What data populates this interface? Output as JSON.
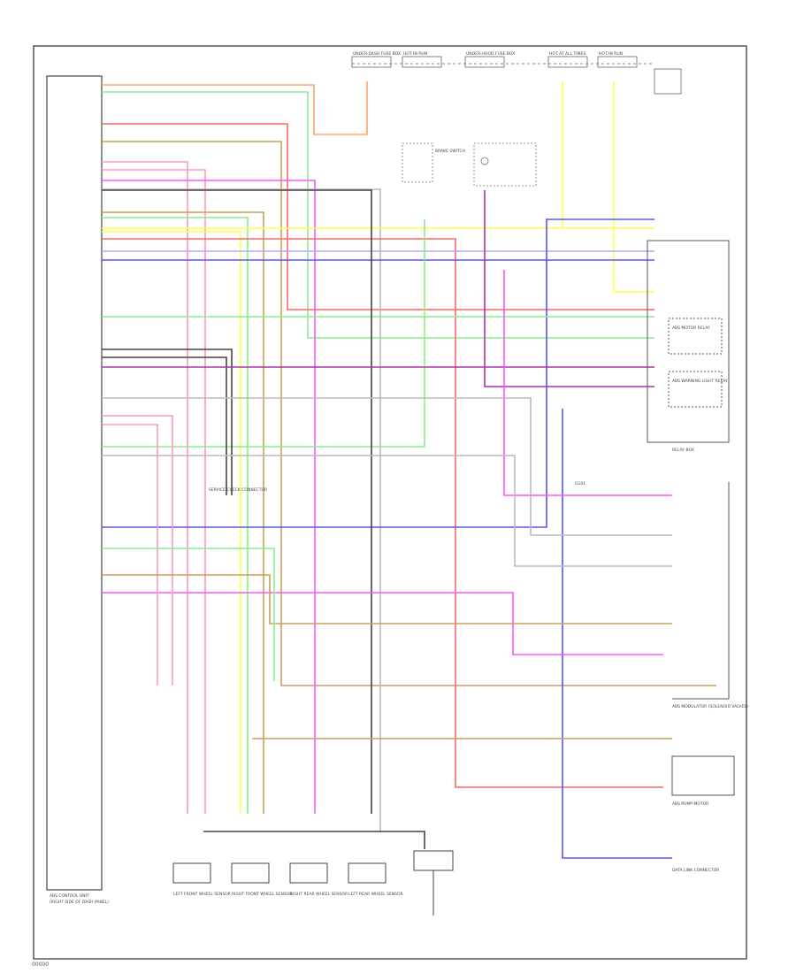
{
  "diagram": {
    "abs_unit_label": "ABS CONTROL UNIT",
    "abs_unit_sublabel": "(RIGHT SIDE OF DASH PANEL)",
    "relay_box_label": "RELAY BOX",
    "motor_relay_label": "ABS MOTOR RELAY",
    "warning_relay_label": "ABS WARNING LIGHT RELAY",
    "solenoid_label": "ABS MODULATOR (SOLENOID VALVES)",
    "pump_label": "ABS PUMP MOTOR",
    "brake_switch_label": "BRAKE SWITCH",
    "dlc_label": "DATA LINK CONNECTOR",
    "ground_label": "G101",
    "check_connector_label": "SERVICE CHECK CONNECTOR",
    "sensors": [
      {
        "id": "fl",
        "label": "LEFT FRONT WHEEL SENSOR"
      },
      {
        "id": "fr",
        "label": "RIGHT FRONT WHEEL SENSOR"
      },
      {
        "id": "rr",
        "label": "RIGHT REAR WHEEL SENSOR"
      },
      {
        "id": "rl",
        "label": "LEFT REAR WHEEL SENSOR"
      }
    ],
    "fuses": [
      {
        "id": "f1",
        "label": "UNDER-DASH FUSE BOX"
      },
      {
        "id": "f2",
        "label": "HOT IN RUN"
      },
      {
        "id": "f3",
        "label": "UNDER-HOOD FUSE BOX"
      },
      {
        "id": "f4",
        "label": "HOT AT ALL TIMES"
      },
      {
        "id": "f5",
        "label": "HOT IN RUN"
      }
    ],
    "footer": "00000"
  },
  "colors": {
    "frame": "#555555",
    "wire_orange": "#ffa566",
    "wire_green": "#88ee88",
    "wire_red": "#ff6666",
    "wire_tan": "#c8a060",
    "wire_pink": "#ff99bb",
    "wire_magenta": "#ff55ff",
    "wire_gray": "#bbbbbb",
    "wire_darkgray": "#444444",
    "wire_yellow": "#ffff44",
    "wire_blue": "#5555ff",
    "wire_purple": "#aa33aa",
    "wire_lightblue": "#aaaaff"
  }
}
